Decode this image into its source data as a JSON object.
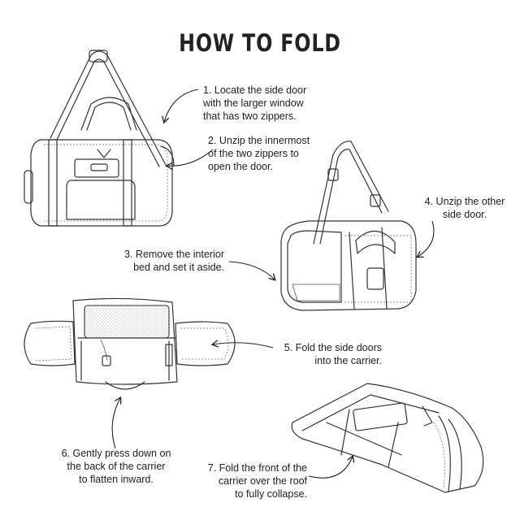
{
  "title": "HOW TO FOLD",
  "steps": [
    {
      "id": 1,
      "text": "1. Locate the side door\nwith the larger window\nthat has two zippers."
    },
    {
      "id": 2,
      "text": "2. Unzip the innermost\nof the two zippers to\nopen the door."
    },
    {
      "id": 3,
      "text": "3. Remove the interior\nbed and set it aside."
    },
    {
      "id": 4,
      "text": "4. Unzip the other\nside door."
    },
    {
      "id": 5,
      "text": "5. Fold the side doors\ninto the carrier."
    },
    {
      "id": 6,
      "text": "6. Gently press down on\nthe back of the carrier\nto flatten inward."
    },
    {
      "id": 7,
      "text": "7. Fold the front of the\ncarrier over the roof\nto fully collapse."
    }
  ]
}
